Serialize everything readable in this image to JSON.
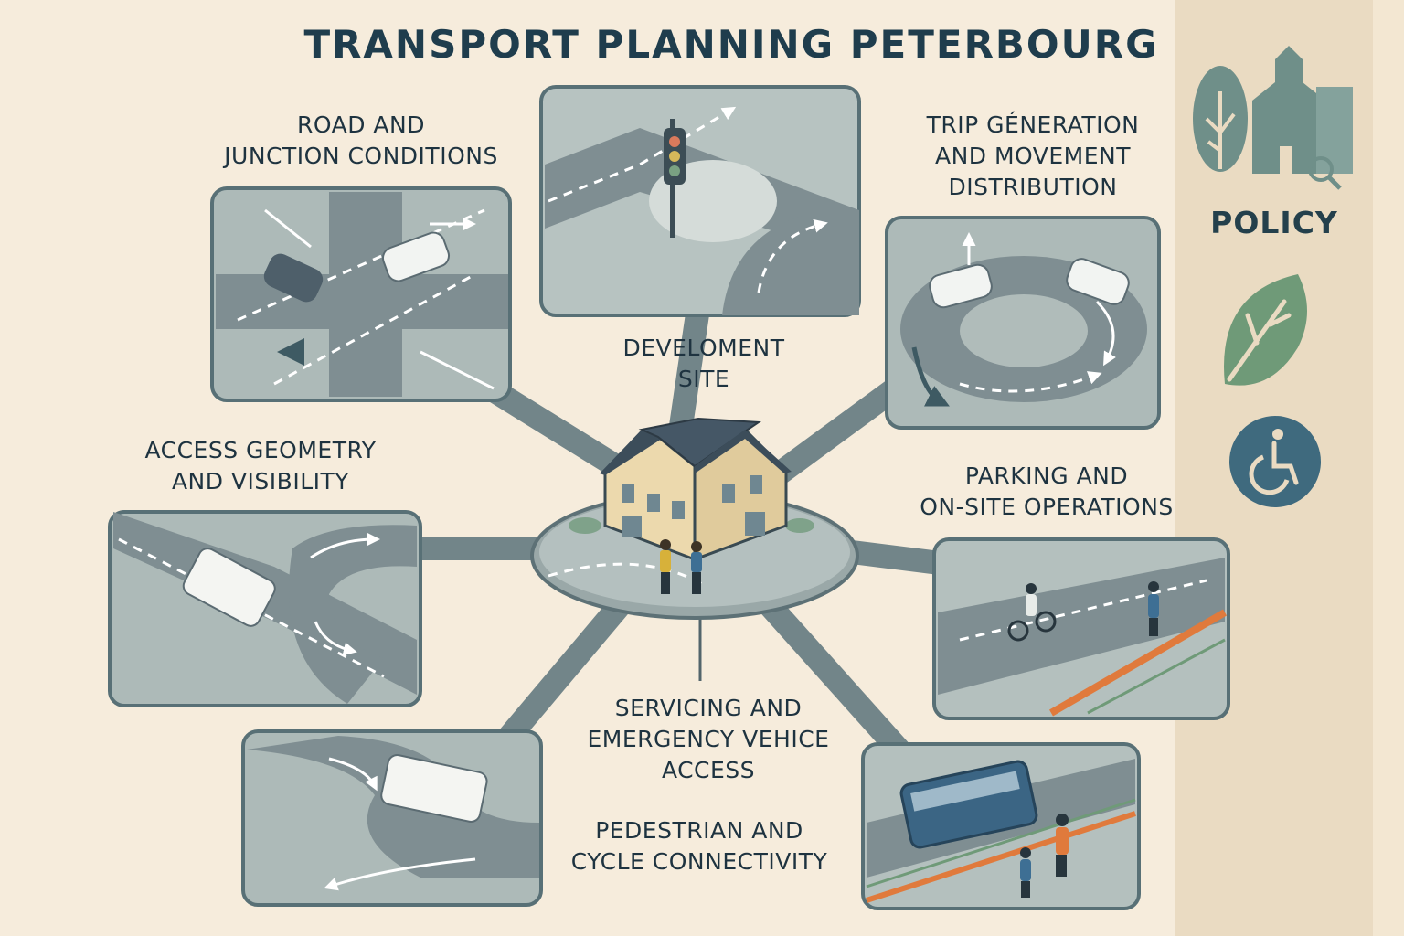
{
  "title": "TRANSPORT PLANNING PETERBOURG",
  "center": {
    "lines": [
      "DEVELOMENT",
      "SITE"
    ]
  },
  "topics": {
    "road_junction": [
      "ROAD AND",
      "JUNCTION CONDITIONS"
    ],
    "trip_generation": [
      "TRIP GÉNERATION",
      "AND MOVEMENT",
      "DISTRIBUTION"
    ],
    "access_geometry": [
      "ACCESS GEOMETRY",
      "AND VISIBILITY"
    ],
    "parking": [
      "PARKING AND",
      "ON-SITE OPERATIONS"
    ],
    "servicing": [
      "SERVICING AND",
      "EMERGENCY VEHICE",
      "ACCESS"
    ],
    "pedestrian": [
      "PEDESTRIAN AND",
      "CYCLE CONNECTIVITY"
    ]
  },
  "sidebar": {
    "label": "POLICY",
    "icons": [
      "tree-town-magnifier-icon",
      "leaf-icon",
      "wheelchair-icon"
    ]
  },
  "colors": {
    "background": "#f6ecdc",
    "panel": "#a9b6b3",
    "road": "#7e8d90",
    "spoke": "#6f8388",
    "dark": "#1f3d4d",
    "leaf": "#6f9a78",
    "accessibility": "#3f6a7e",
    "bus": "#3b6584",
    "cycle_lane": "#e07a3c"
  }
}
